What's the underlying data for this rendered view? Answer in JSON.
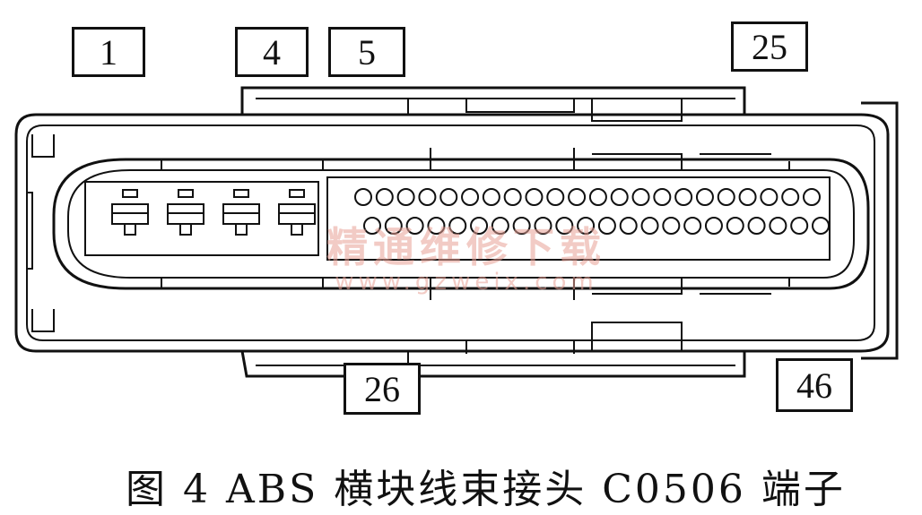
{
  "pin_labels": {
    "pin_1": "1",
    "pin_4": "4",
    "pin_5": "5",
    "pin_25": "25",
    "pin_26": "26",
    "pin_46": "46"
  },
  "watermark": {
    "text": "精通维修下载",
    "url": "www.gzweix.com"
  },
  "caption": "图 4 ABS 横块线束接头 C0506 端子",
  "colors": {
    "line": "#111111",
    "watermark": "#e8a096"
  },
  "counts": {
    "large_terminals": 4,
    "top_row_pins": 22,
    "bottom_row_pins": 22
  }
}
